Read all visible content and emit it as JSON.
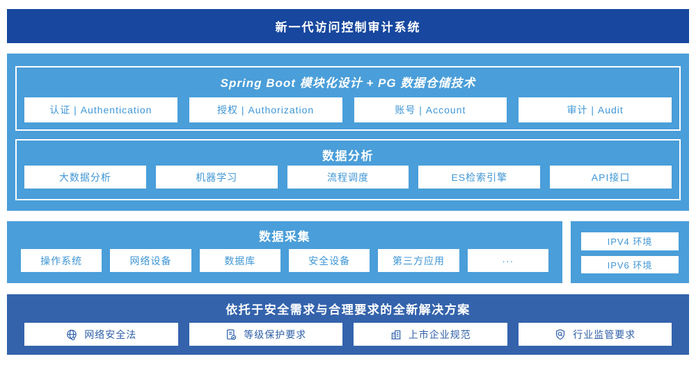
{
  "banner": {
    "title": "新一代访问控制审计系统"
  },
  "platform": {
    "modules_panel": {
      "title": "Spring Boot 模块化设计 + PG 数据仓储技术",
      "items": [
        "认证 | Authentication",
        "授权 | Authorization",
        "账号 | Account",
        "审计 | Audit"
      ]
    },
    "analysis_panel": {
      "title": "数据分析",
      "items": [
        "大数据分析",
        "机器学习",
        "流程调度",
        "ES检索引擎",
        "API接口"
      ]
    }
  },
  "collection": {
    "title": "数据采集",
    "items": [
      "操作系统",
      "网络设备",
      "数据库",
      "安全设备",
      "第三方应用",
      "···"
    ],
    "env_panel": {
      "items": [
        "IPV4 环境",
        "IPV6 环境"
      ]
    }
  },
  "solution": {
    "title": "依托于安全需求与合理要求的全新解决方案",
    "items": [
      {
        "icon": "globe-icon",
        "label": "网络安全法"
      },
      {
        "icon": "document-check-icon",
        "label": "等级保护要求"
      },
      {
        "icon": "building-icon",
        "label": "上市企业规范"
      },
      {
        "icon": "shield-search-icon",
        "label": "行业监管要求"
      }
    ]
  },
  "colors": {
    "banner_navy": "#17479e",
    "sky_blue": "#4a9ed9",
    "solution_navy": "#3463ac",
    "sky_box_text": "#3e96d5",
    "solution_box_text": "#2e5fa8",
    "box_background": "#ffffff"
  }
}
